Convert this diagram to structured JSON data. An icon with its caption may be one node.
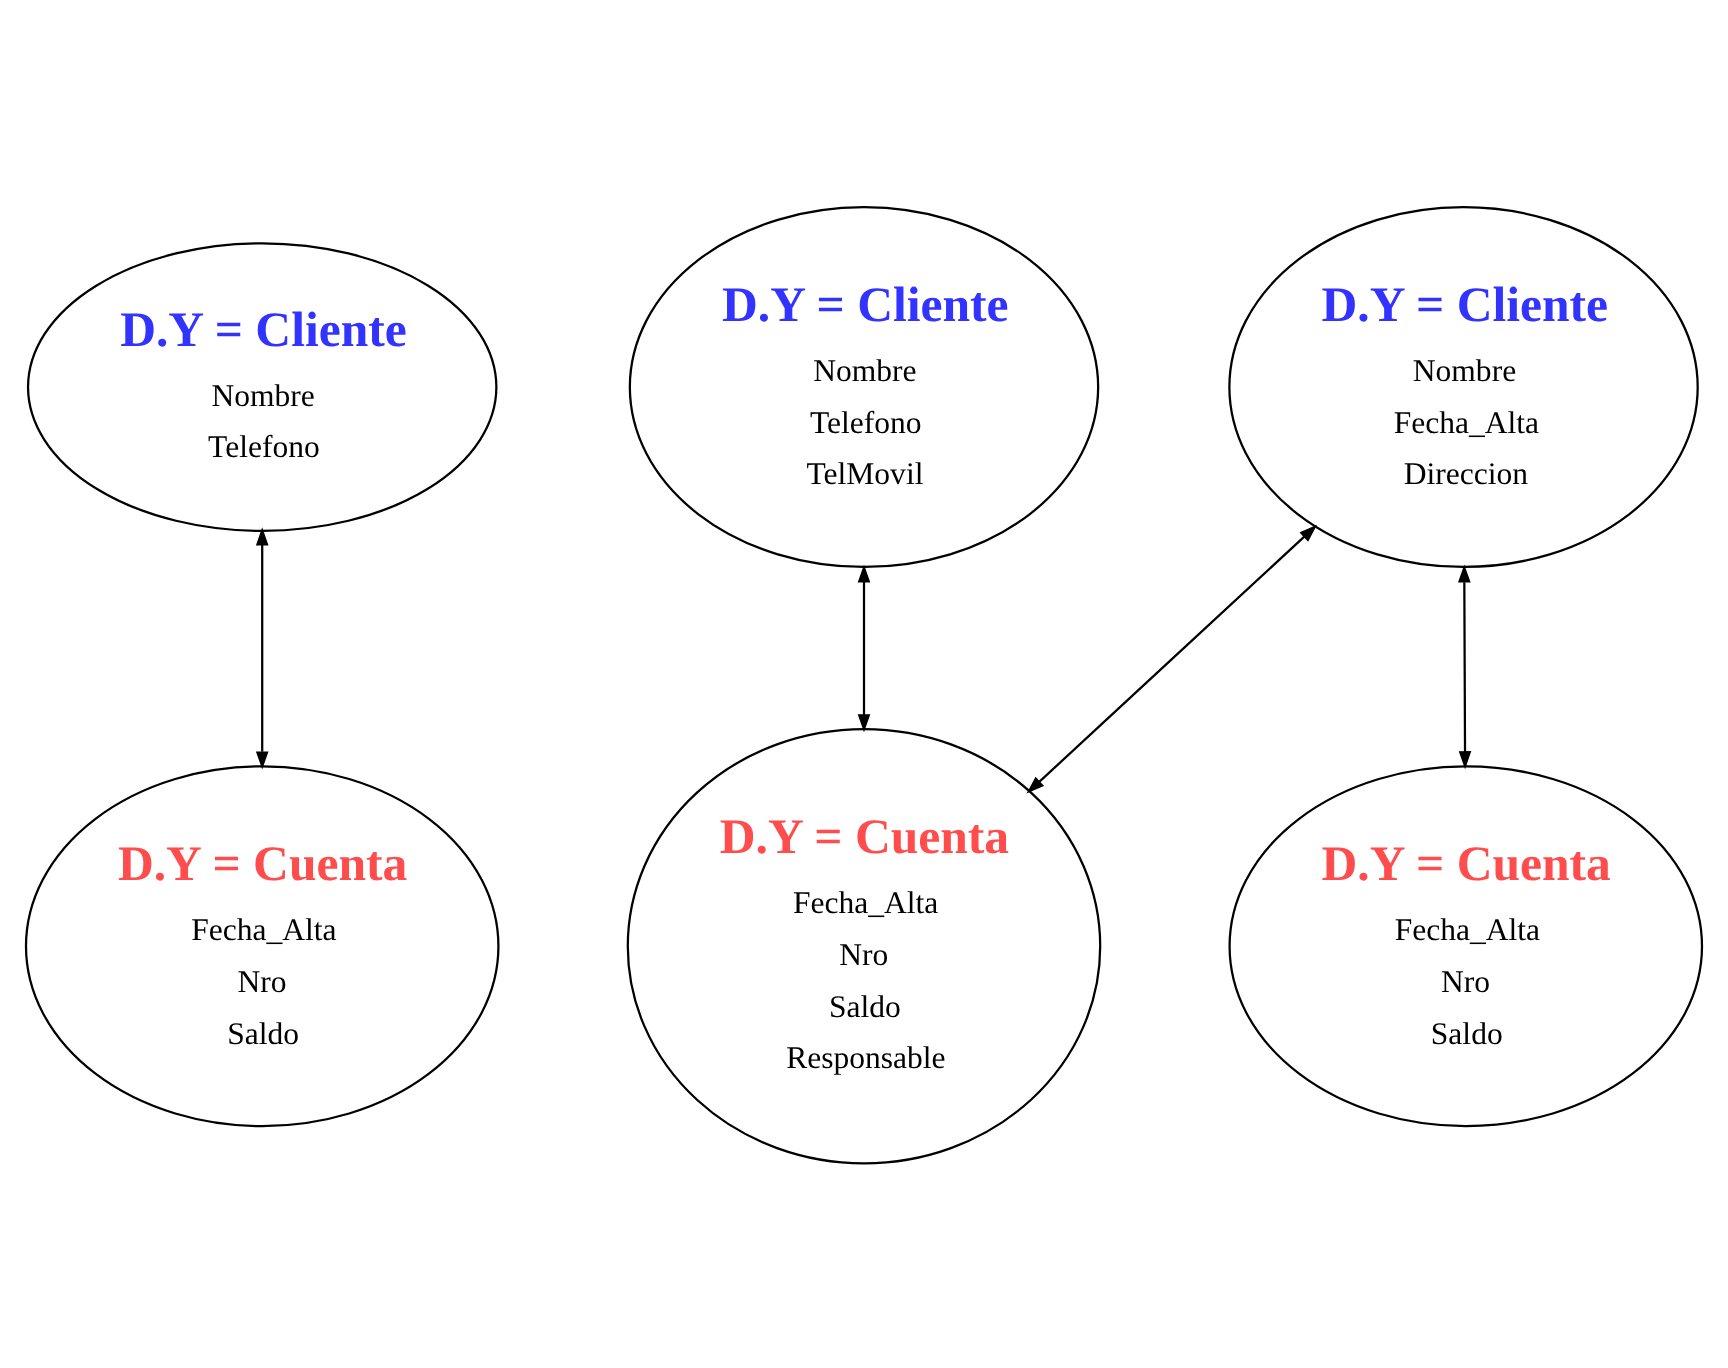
{
  "diagram": {
    "nodes": [
      {
        "text": [
          "D.Y = Cliente",
          "Nombre",
          "Telefono"
        ]
      },
      {
        "text": [
          "D.Y = Cliente",
          "Nombre",
          "Telefono",
          "TelMovil"
        ]
      },
      {
        "text": [
          "D.Y = Cliente",
          "Nombre",
          "Fecha_Alta",
          "Direccion"
        ]
      },
      {
        "text": [
          "D.Y = Cuenta",
          "Fecha_Alta",
          "Nro",
          "Saldo",
          "Responsable"
        ]
      },
      {
        "text": [
          "D.Y = Cuenta",
          "Fecha_Alta",
          "Nro",
          "Saldo"
        ]
      },
      {
        "text": [
          "D.Y = Cuenta",
          "Fecha_Alta",
          "Nro",
          "Saldo"
        ]
      }
    ],
    "edges": [
      {
        "from": 0,
        "to": 4,
        "arrow": "both"
      },
      {
        "from": 2,
        "to": 5,
        "arrow": "both"
      },
      {
        "from": 2,
        "to": 3,
        "arrow": "both"
      },
      {
        "from": 1,
        "to": 3,
        "arrow": "both"
      }
    ]
  }
}
